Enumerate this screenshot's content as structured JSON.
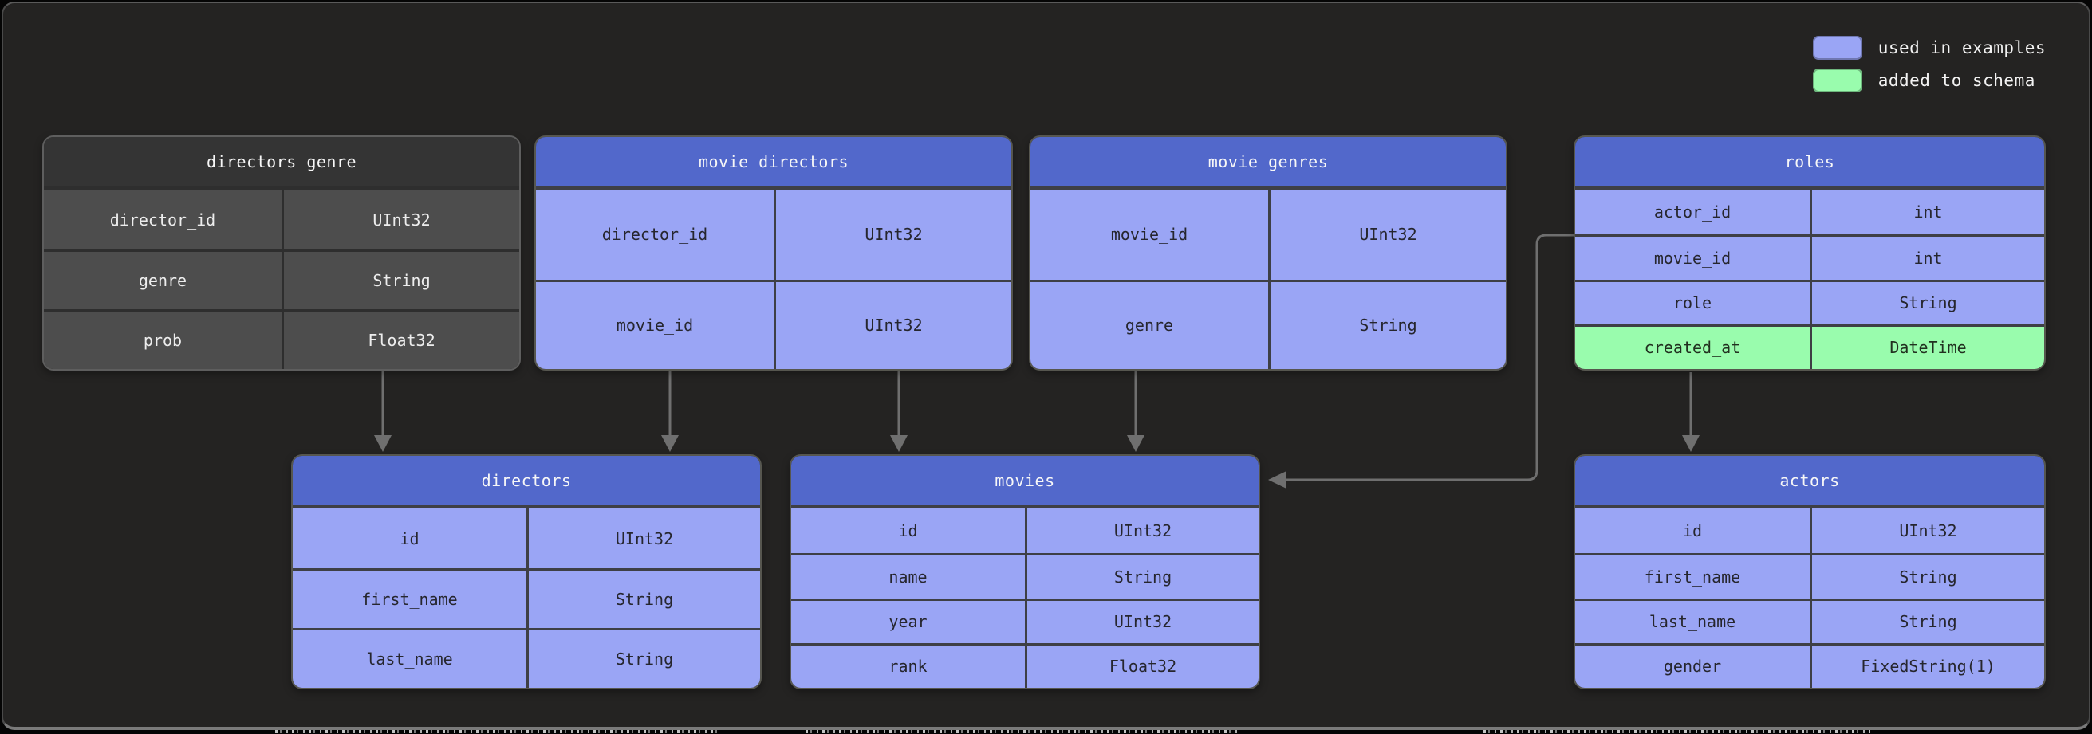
{
  "legend": {
    "items": [
      {
        "key": "used",
        "label": "used in examples",
        "color": "#9aa5f5"
      },
      {
        "key": "added",
        "label": "added to schema",
        "color": "#99fcad"
      }
    ]
  },
  "colors": {
    "used": "#9aa5f5",
    "added": "#99fcad",
    "header": "#5268cb",
    "muted_header": "#343434",
    "muted_row": "#4d4d4d"
  },
  "tables": [
    {
      "id": "directors_genre",
      "name": "directors_genre",
      "variant": "muted",
      "rows": [
        {
          "field": "director_id",
          "type": "UInt32"
        },
        {
          "field": "genre",
          "type": "String"
        },
        {
          "field": "prob",
          "type": "Float32"
        }
      ]
    },
    {
      "id": "movie_directors",
      "name": "movie_directors",
      "variant": "used",
      "rows": [
        {
          "field": "director_id",
          "type": "UInt32"
        },
        {
          "field": "movie_id",
          "type": "UInt32"
        }
      ]
    },
    {
      "id": "movie_genres",
      "name": "movie_genres",
      "variant": "used",
      "rows": [
        {
          "field": "movie_id",
          "type": "UInt32"
        },
        {
          "field": "genre",
          "type": "String"
        }
      ]
    },
    {
      "id": "roles",
      "name": "roles",
      "variant": "used",
      "rows": [
        {
          "field": "actor_id",
          "type": "int"
        },
        {
          "field": "movie_id",
          "type": "int"
        },
        {
          "field": "role",
          "type": "String"
        },
        {
          "field": "created_at",
          "type": "DateTime",
          "added": true
        }
      ]
    },
    {
      "id": "directors",
      "name": "directors",
      "variant": "used",
      "rows": [
        {
          "field": "id",
          "type": "UInt32"
        },
        {
          "field": "first_name",
          "type": "String"
        },
        {
          "field": "last_name",
          "type": "String"
        }
      ]
    },
    {
      "id": "movies",
      "name": "movies",
      "variant": "used",
      "rows": [
        {
          "field": "id",
          "type": "UInt32"
        },
        {
          "field": "name",
          "type": "String"
        },
        {
          "field": "year",
          "type": "UInt32"
        },
        {
          "field": "rank",
          "type": "Float32"
        }
      ]
    },
    {
      "id": "actors",
      "name": "actors",
      "variant": "used",
      "rows": [
        {
          "field": "id",
          "type": "UInt32"
        },
        {
          "field": "first_name",
          "type": "String"
        },
        {
          "field": "last_name",
          "type": "String"
        },
        {
          "field": "gender",
          "type": "FixedString(1)"
        }
      ]
    }
  ],
  "edges": [
    {
      "from": "directors_genre",
      "to": "directors"
    },
    {
      "from": "movie_directors.director_id",
      "to": "directors"
    },
    {
      "from": "movie_directors.movie_id",
      "to": "movies"
    },
    {
      "from": "movie_genres.movie_id",
      "to": "movies"
    },
    {
      "from": "roles",
      "to": "movies"
    },
    {
      "from": "roles",
      "to": "actors"
    }
  ]
}
